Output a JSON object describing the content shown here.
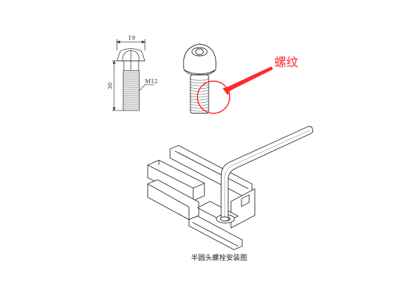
{
  "drawing": {
    "dimension_width": "19",
    "dimension_length": "30",
    "thread_spec": "M12",
    "callout_label": "螺纹",
    "callout_color": "#ff2a2a",
    "caption": "半圆头螺栓安装图"
  }
}
